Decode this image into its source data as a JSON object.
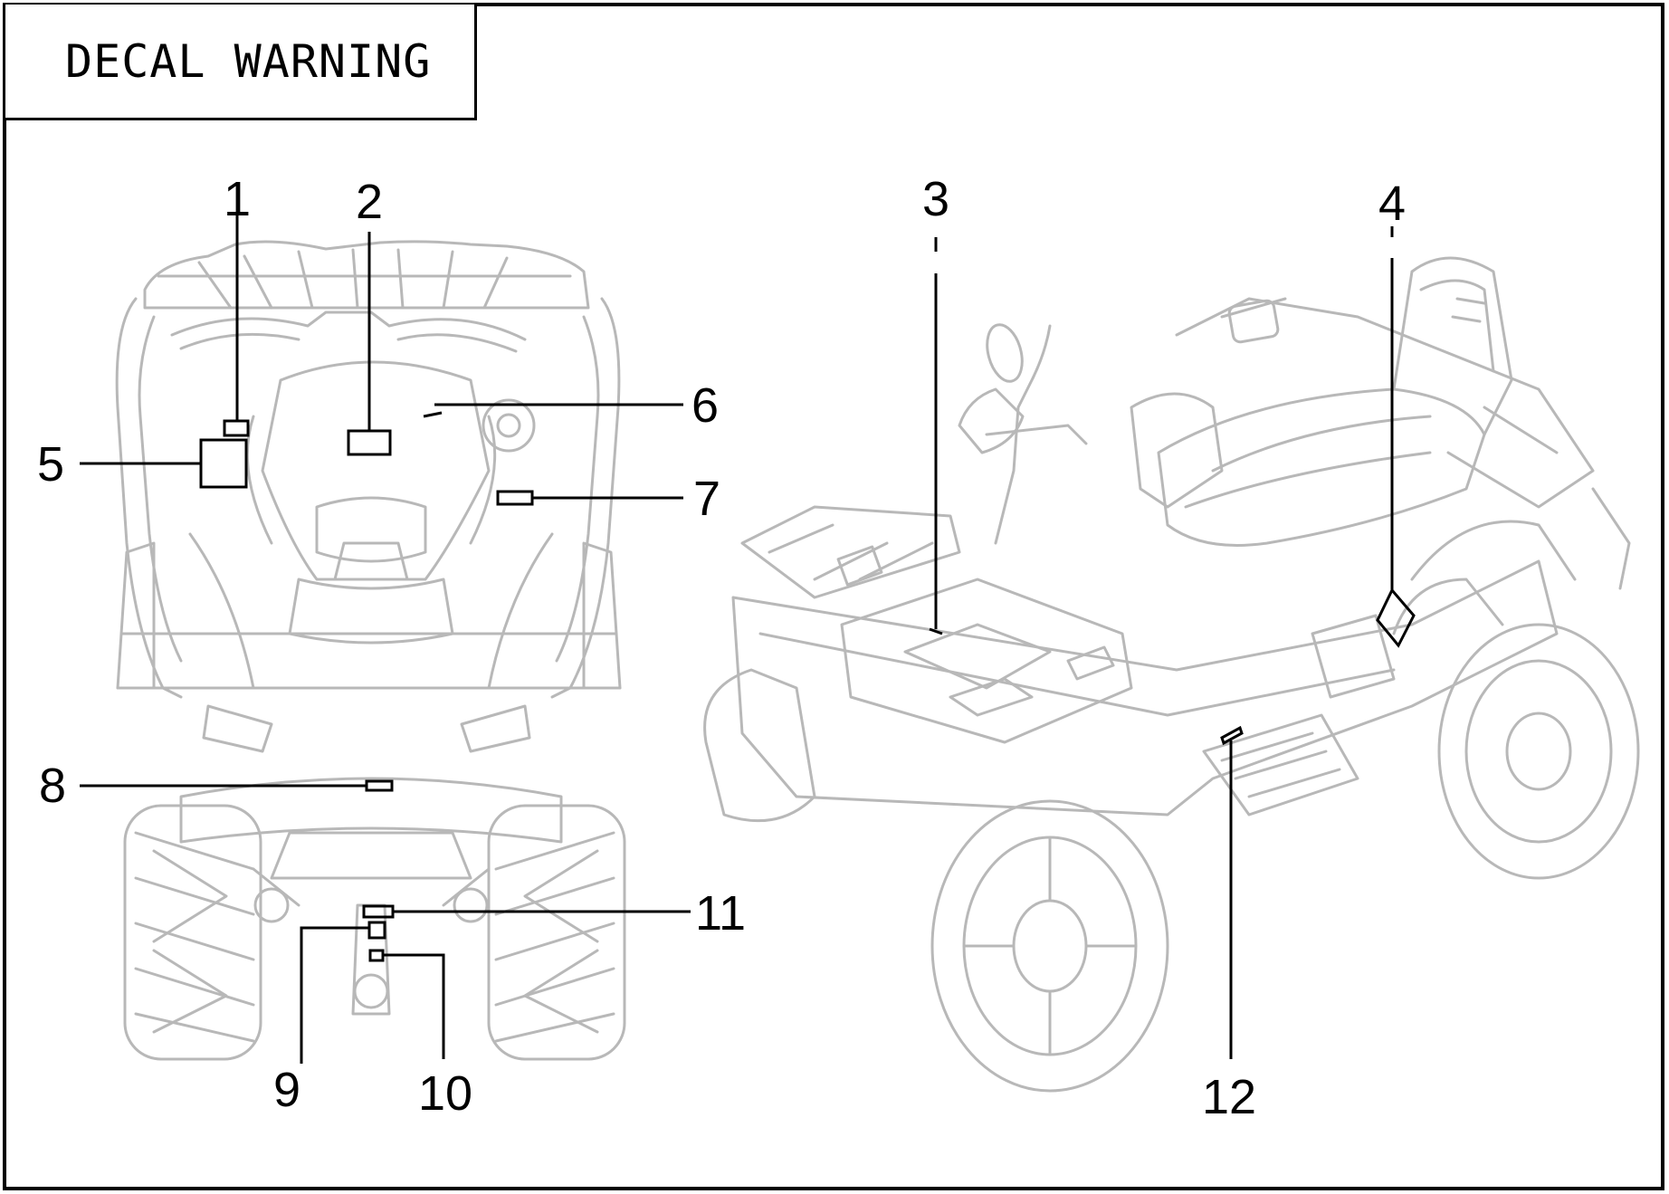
{
  "header": {
    "title": "DECAL WARNING"
  },
  "callouts": [
    {
      "id": "1",
      "label": "1"
    },
    {
      "id": "2",
      "label": "2"
    },
    {
      "id": "3",
      "label": "3"
    },
    {
      "id": "4",
      "label": "4"
    },
    {
      "id": "5",
      "label": "5"
    },
    {
      "id": "6",
      "label": "6"
    },
    {
      "id": "7",
      "label": "7"
    },
    {
      "id": "8",
      "label": "8"
    },
    {
      "id": "9",
      "label": "9"
    },
    {
      "id": "10",
      "label": "10"
    },
    {
      "id": "11",
      "label": "11"
    },
    {
      "id": "12",
      "label": "12"
    }
  ],
  "colors": {
    "line_art": "#b8b8b8",
    "callout": "#000000",
    "frame": "#000000"
  }
}
